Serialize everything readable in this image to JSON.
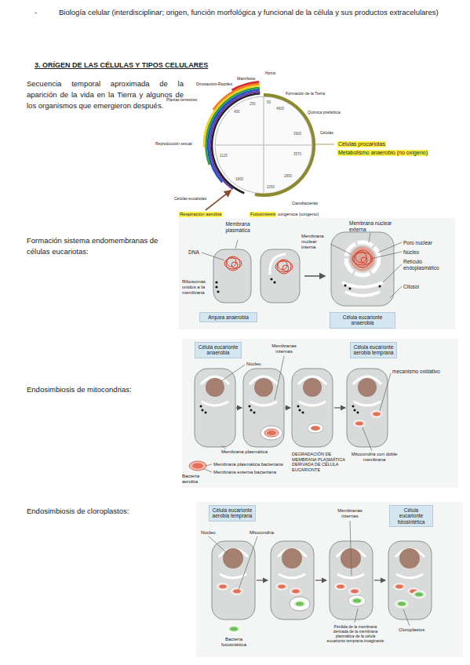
{
  "diagram": {
    "title": "3. ORÍGEN DE LAS CÉLULAS Y TIPOS CELULARES",
    "nodes": [
      {
        "text": [
          "Arquea anaerobia"
        ]
      },
      {
        "text": [
          "Célula eucarionte anaerobia"
        ]
      },
      {
        "text": [
          "Célula eucarionte anaerobia"
        ]
      },
      {
        "text": [
          "Célula eucarionte aerobia temprana"
        ]
      },
      {
        "text": [
          "Célula eucarionte aerobia temprana"
        ]
      },
      {
        "text": [
          "Célula eucarionte fotosintética"
        ]
      }
    ],
    "labels": [
      "-",
      "Biología celular (interdisciplinar; origen, función morfológica y funcional de la célula y sus productos extracelulares)",
      "Secuencia temporal aproximada de la aparición de la vida en la Tierra y algunos de los organismos que emergieron después.",
      "Homo",
      "Mamíferos",
      "Dinosaurios-Reptiles",
      "Plantas terrestres",
      "Formación de la Tierra",
      "Química prebiótica",
      "Células",
      "Reproducción sexual",
      "Células eucariotas",
      "Cianobacterias",
      "Células procariotas",
      "Metabolismo anaerobio (no oxígeno)",
      "Respiración aerobia",
      "Fotosíntesis",
      "oxigénica (oxígeno)",
      "50",
      "250",
      "400",
      "4600",
      "3900",
      "3570",
      "2800",
      "2250",
      "1800",
      "1125",
      "Formación sistema endomembranas de células eucariotas:",
      "DNA",
      "Membrana plasmática",
      "Ribosomas unidos a la membrana",
      "Membrana nuclear externa",
      "Membrana nuclear interna",
      "Poro nuclear",
      "Núcleo",
      "Retículo endoplasmático",
      "Citosol",
      "Endosimbiosis de mitocondrias:",
      "Núcleo",
      "Membranas internas",
      "mecanismo oxidativo",
      "Membrana plasmática",
      "Membrana plasmática bacteriana",
      "Membrana externa bacteriana",
      "Bacteria aerobia",
      "DEGRADACIÓN DE MEMBRANA PLASMÁTICA DERIVADA DE CÉLULA EUCARIONTE",
      "Mitocondria con doble membrana",
      "Endosimbiosis de cloroplastos:",
      "Núcleo",
      "Mitocondria",
      "Membranas internas",
      "Bacteria fotosintética",
      "Pérdida de la membrana derivada de la membrana plasmática de la célula eucarionte temprana invaginante",
      "Cloroplastos"
    ]
  }
}
